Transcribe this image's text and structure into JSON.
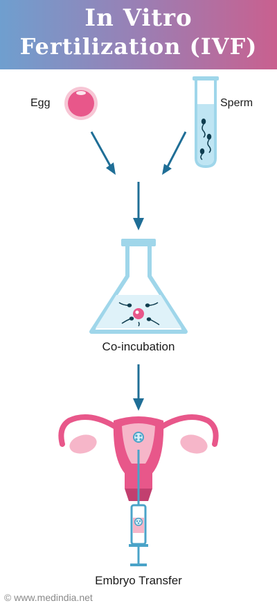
{
  "header": {
    "title_line1": "In Vitro",
    "title_line2": "Fertilization (IVF)"
  },
  "labels": {
    "egg": "Egg",
    "sperm": "Sperm",
    "co_incubation": "Co-incubation",
    "embryo_transfer": "Embryo Transfer"
  },
  "footer": {
    "watermark": "© www.medindia.net"
  },
  "colors": {
    "header_left": "#6f9fcf",
    "header_right": "#c9608f",
    "arrow": "#1f6e96",
    "light_blue": "#9fd6ea",
    "pink": "#e8578a",
    "light_pink": "#f6b6c9"
  },
  "icons": [
    "egg-icon",
    "test-tube-icon",
    "flask-icon",
    "uterus-icon",
    "syringe-icon"
  ]
}
